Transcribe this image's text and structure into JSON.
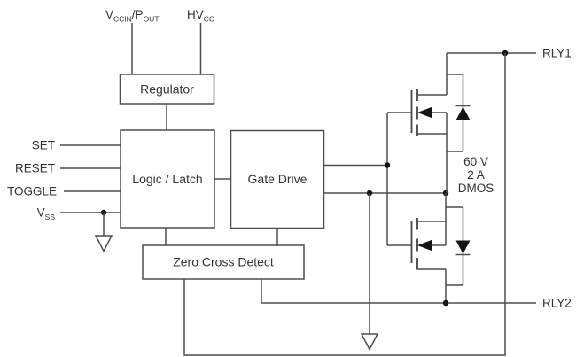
{
  "diagram": {
    "colors": {
      "wire": "#4d4d4d",
      "text": "#333333",
      "solid": "#141414",
      "background": "#ffffff"
    },
    "top_pins": {
      "vccin_pout": {
        "v": "V",
        "v_sub": "CCIN",
        "p": "/P",
        "p_sub": "OUT"
      },
      "hvcc": {
        "hv": "HV",
        "hv_sub": "CC"
      }
    },
    "left_pins": {
      "set": "SET",
      "reset": "RESET",
      "toggle": "TOGGLE",
      "vss": {
        "v": "V",
        "sub": "SS"
      }
    },
    "right_pins": {
      "rly1": "RLY1",
      "rly2": "RLY2"
    },
    "blocks": {
      "regulator": "Regulator",
      "logic_latch": "Logic / Latch",
      "gate_drive": "Gate Drive",
      "zero_cross_detect": "Zero Cross Detect"
    },
    "annotations": {
      "dmos_rating_line1": "60 V",
      "dmos_rating_line2": "2 A",
      "dmos_rating_line3": "DMOS"
    }
  }
}
